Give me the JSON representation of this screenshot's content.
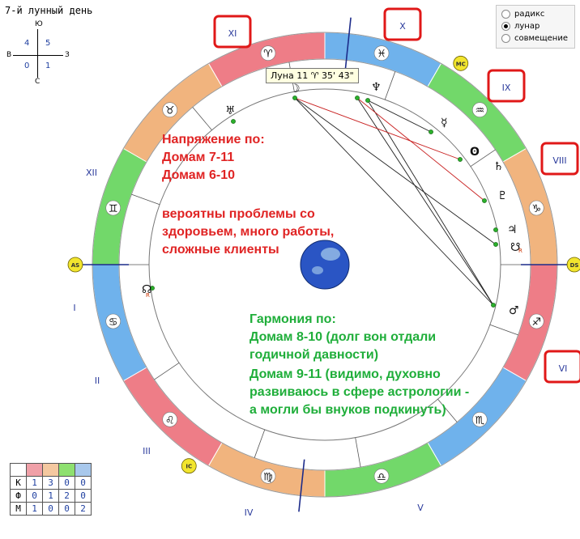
{
  "lunar_day": "7-й лунный день",
  "compass": {
    "north": "Ю",
    "south": "С",
    "west": "В",
    "east": "З",
    "q1": "4",
    "q2": "5",
    "q3": "0",
    "q4": "1"
  },
  "mode_options": [
    {
      "label": "радикс",
      "selected": false
    },
    {
      "label": "лунар",
      "selected": true
    },
    {
      "label": "совмещение",
      "selected": false
    }
  ],
  "moon_tooltip": "Луна  11 ♈ 35' 43\"",
  "houses": [
    {
      "label": "XI",
      "boxed": true
    },
    {
      "label": "X",
      "boxed": true
    },
    {
      "label": "IX",
      "boxed": true
    },
    {
      "label": "VIII",
      "boxed": true
    },
    {
      "label": "VI",
      "boxed": true
    },
    {
      "label": "XII",
      "boxed": false
    },
    {
      "label": "I",
      "boxed": false
    },
    {
      "label": "II",
      "boxed": false
    },
    {
      "label": "III",
      "boxed": false
    },
    {
      "label": "IV",
      "boxed": false
    },
    {
      "label": "V",
      "boxed": false
    }
  ],
  "angle_badges": {
    "asc": "AS",
    "dsc": "DS",
    "mc": "MC",
    "ic": "IC"
  },
  "signs": [
    "♈",
    "♓",
    "♒",
    "♑",
    "♐",
    "♏",
    "♎",
    "♍",
    "♌",
    "♋",
    "♊",
    "♉"
  ],
  "planets": {
    "moon": "☽",
    "neptune": "♆",
    "mercury": "☿",
    "sun": "ʘ",
    "saturn": "♄",
    "pluto": "♇",
    "jupiter": "♃",
    "south_node": "☋",
    "mars": "♂",
    "uranus": "♅",
    "north_node": "☊",
    "retro": "R"
  },
  "annotations": {
    "tension_title": "Напряжение по:",
    "tension_1": "Домам 7-11",
    "tension_2": "Домам 6-10",
    "problems_1": "вероятны проблемы со",
    "problems_2": "здоровьем, много работы,",
    "problems_3": "сложные клиенты",
    "harmony_title": "Гармония по:",
    "harmony_1": "Домам 8-10 (долг вон отдали",
    "harmony_2": "годичной давности)",
    "harmony_3": "Домам 9-11 (видимо, духовно",
    "harmony_4": "развиваюсь в сфере астрологии -",
    "harmony_5": "а могли бы внуков подкинуть)"
  },
  "aspect_table": {
    "colors": [
      "#f0a0a8",
      "#f4c8a0",
      "#8ee070",
      "#a8c8ec"
    ],
    "rows": [
      {
        "label": "К",
        "values": [
          "1",
          "3",
          "0",
          "0"
        ]
      },
      {
        "label": "Ф",
        "values": [
          "0",
          "1",
          "2",
          "0"
        ]
      },
      {
        "label": "М",
        "values": [
          "1",
          "0",
          "0",
          "2"
        ]
      }
    ]
  },
  "colors": {
    "fire": "#ee7d87",
    "earth": "#f1b47e",
    "air": "#72d86a",
    "water": "#6fb2ec",
    "red_text": "#e02424",
    "green_text": "#1fae3a",
    "house_num": "#2b3b9c"
  }
}
